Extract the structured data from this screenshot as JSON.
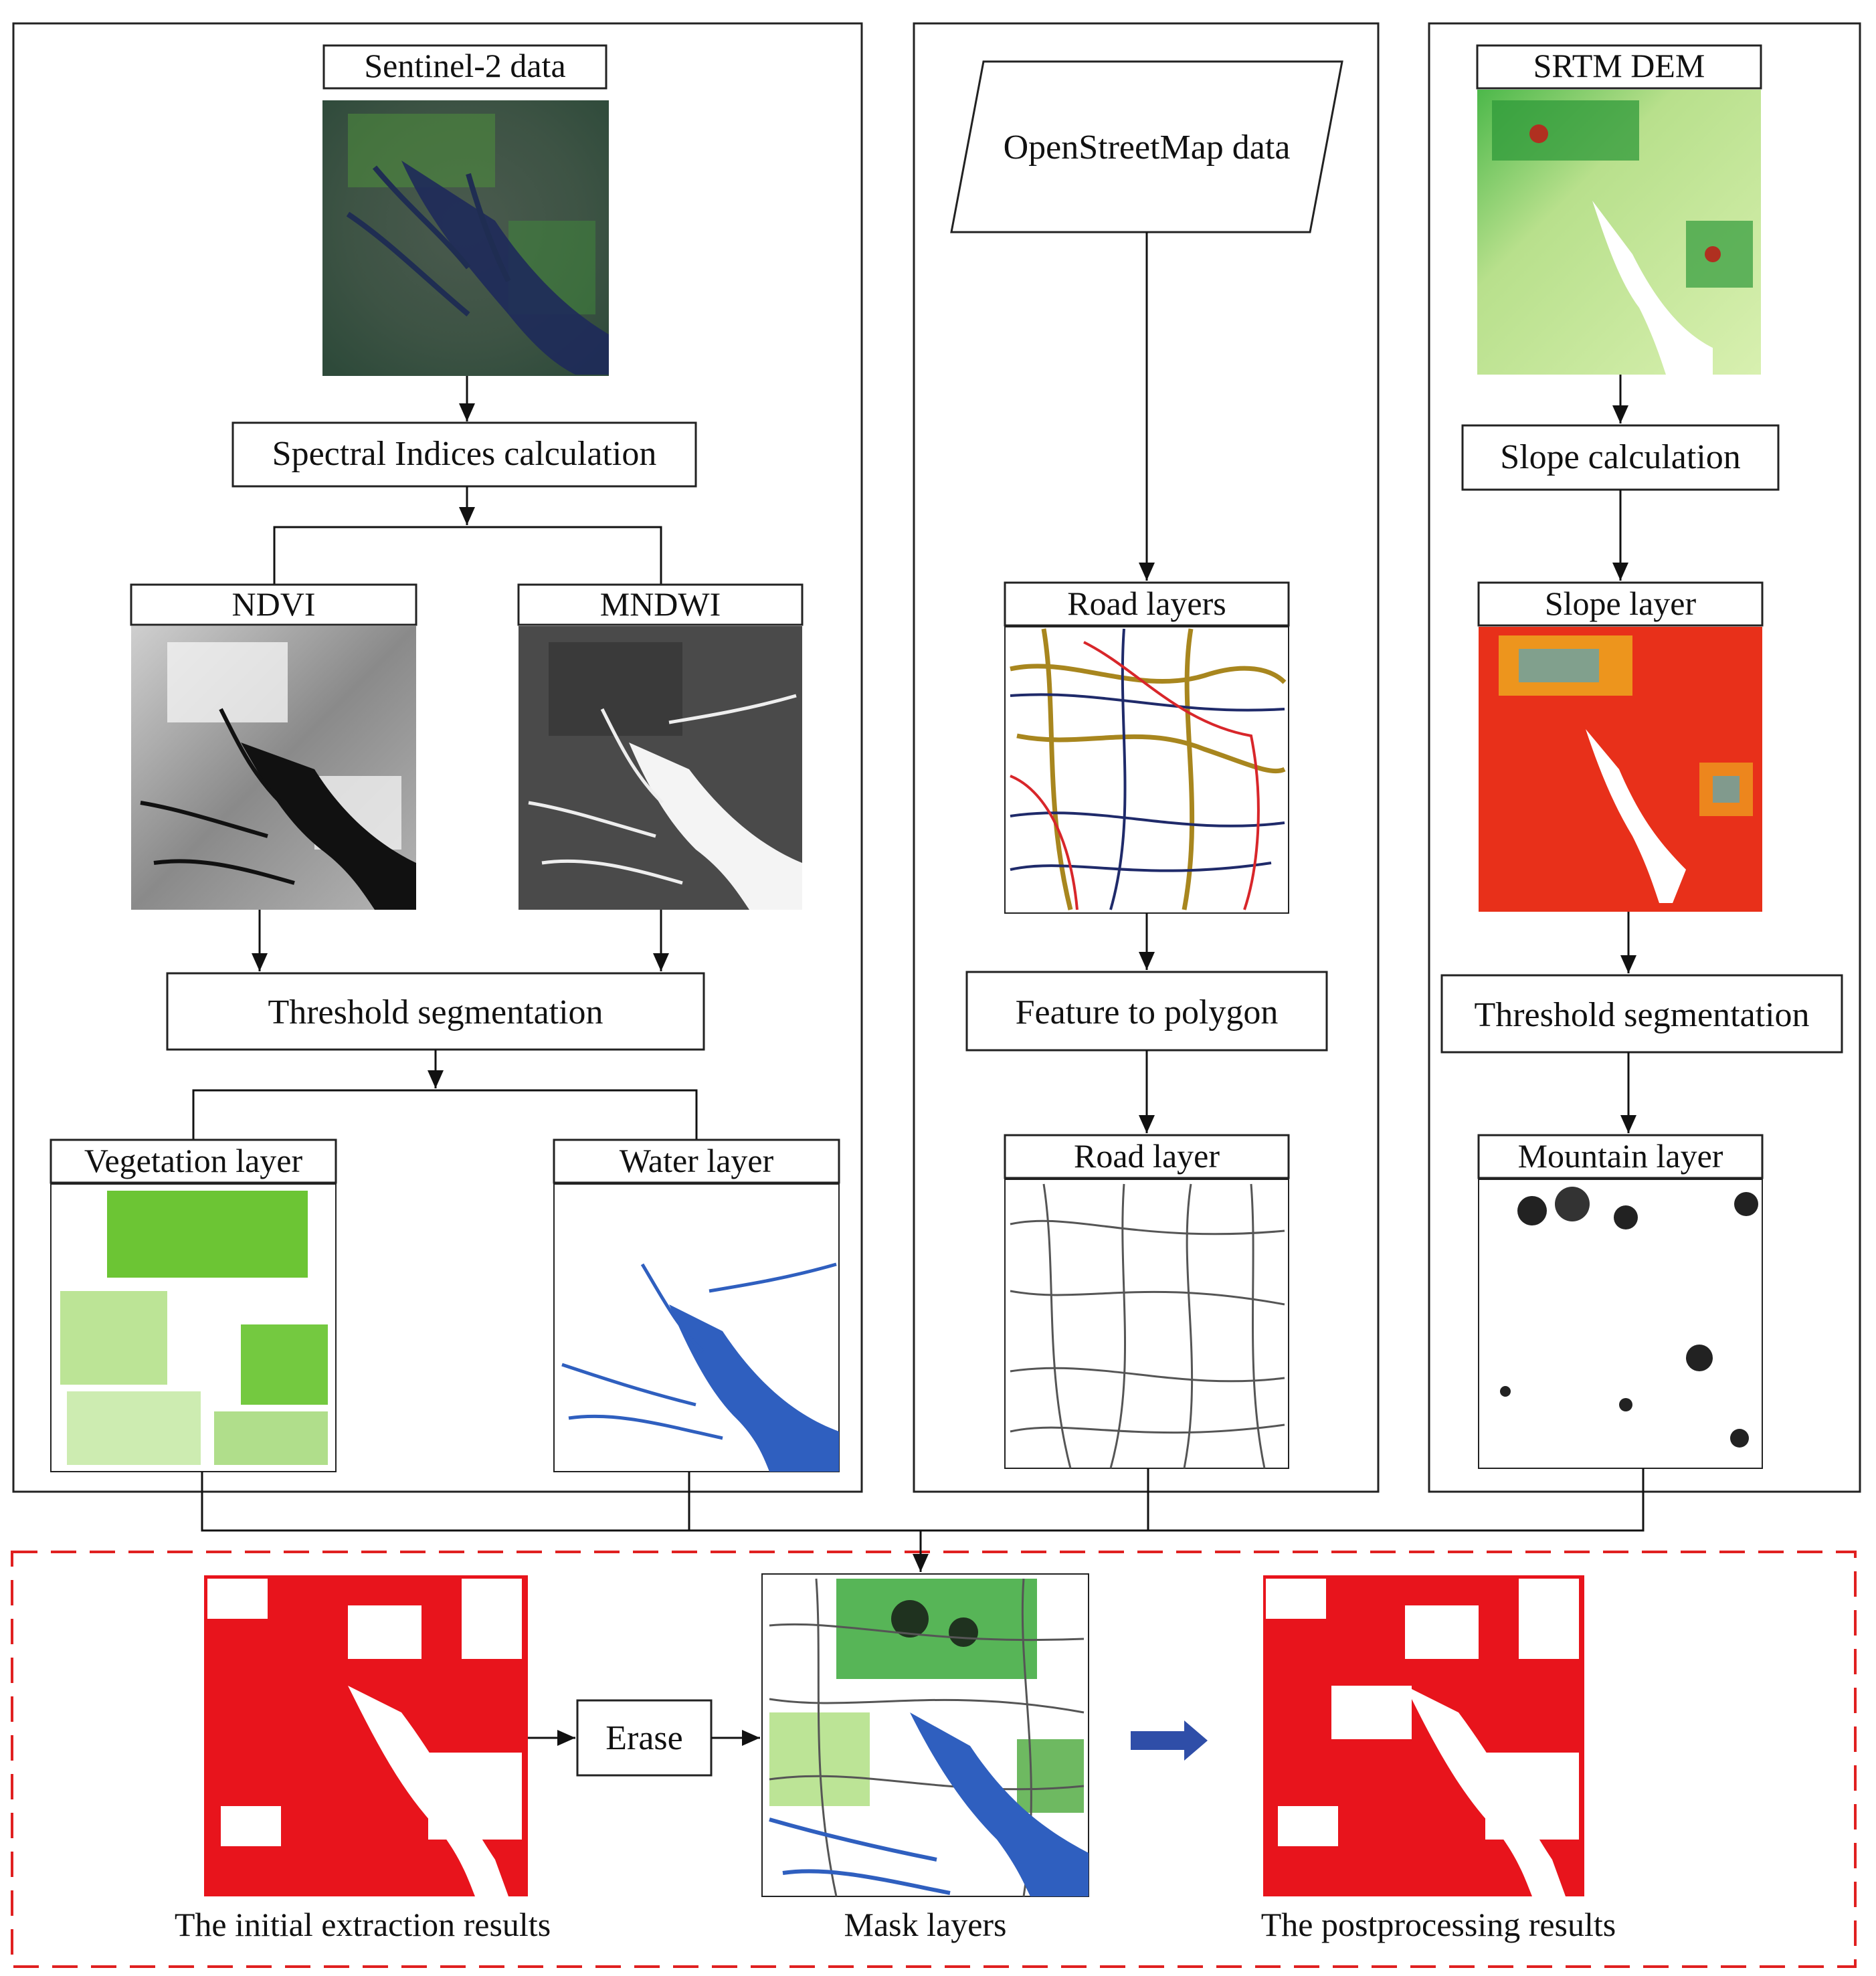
{
  "left_panel": {
    "sentinel_label": "Sentinel-2 data",
    "spectral_label": "Spectral Indices calculation",
    "ndvi_label": "NDVI",
    "mndwi_label": "MNDWI",
    "threshold_label": "Threshold segmentation",
    "vegetation_label": "Vegetation layer",
    "water_label": "Water layer"
  },
  "middle_panel": {
    "osm_label": "OpenStreetMap data",
    "road_layers_label": "Road layers",
    "feature_label": "Feature to polygon",
    "road_layer_label": "Road layer"
  },
  "right_panel": {
    "srtm_label": "SRTM DEM",
    "slope_calc_label": "Slope calculation",
    "slope_layer_label": "Slope layer",
    "threshold_label": "Threshold segmentation",
    "mountain_label": "Mountain layer"
  },
  "bottom_panel": {
    "erase_label": "Erase",
    "initial_caption": "The initial extraction results",
    "mask_caption": "Mask layers",
    "post_caption": "The postprocessing results"
  },
  "colors": {
    "frame": "#222222",
    "dashed_frame": "#e02020",
    "result_red": "#e8141c",
    "vegetation_green": "#5cbf1e",
    "water_blue": "#2f5fbf",
    "arrow_blue": "#2f4ea8"
  }
}
